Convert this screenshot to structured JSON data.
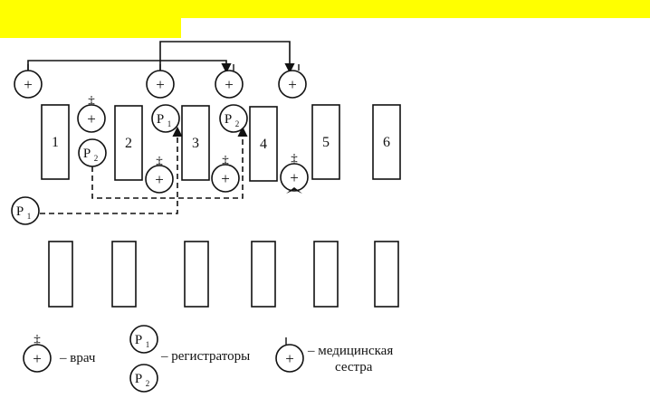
{
  "colors": {
    "banner": "#ffff00",
    "ink": "#111111",
    "paper": "#ffffff"
  },
  "rooms": {
    "labels": [
      "1",
      "2",
      "3",
      "4",
      "5",
      "6"
    ]
  },
  "staff": {
    "doctor_symbol": "+",
    "doctor_mark": "‡",
    "nurse_symbol": "+",
    "registrar_letter": "P",
    "registrar_subscripts": [
      "1",
      "2"
    ]
  },
  "legend": {
    "doctor_label": "– врач",
    "registrars_label": "– регистраторы",
    "nurse_label_line1": "– медицинская",
    "nurse_label_line2": "сестра"
  }
}
